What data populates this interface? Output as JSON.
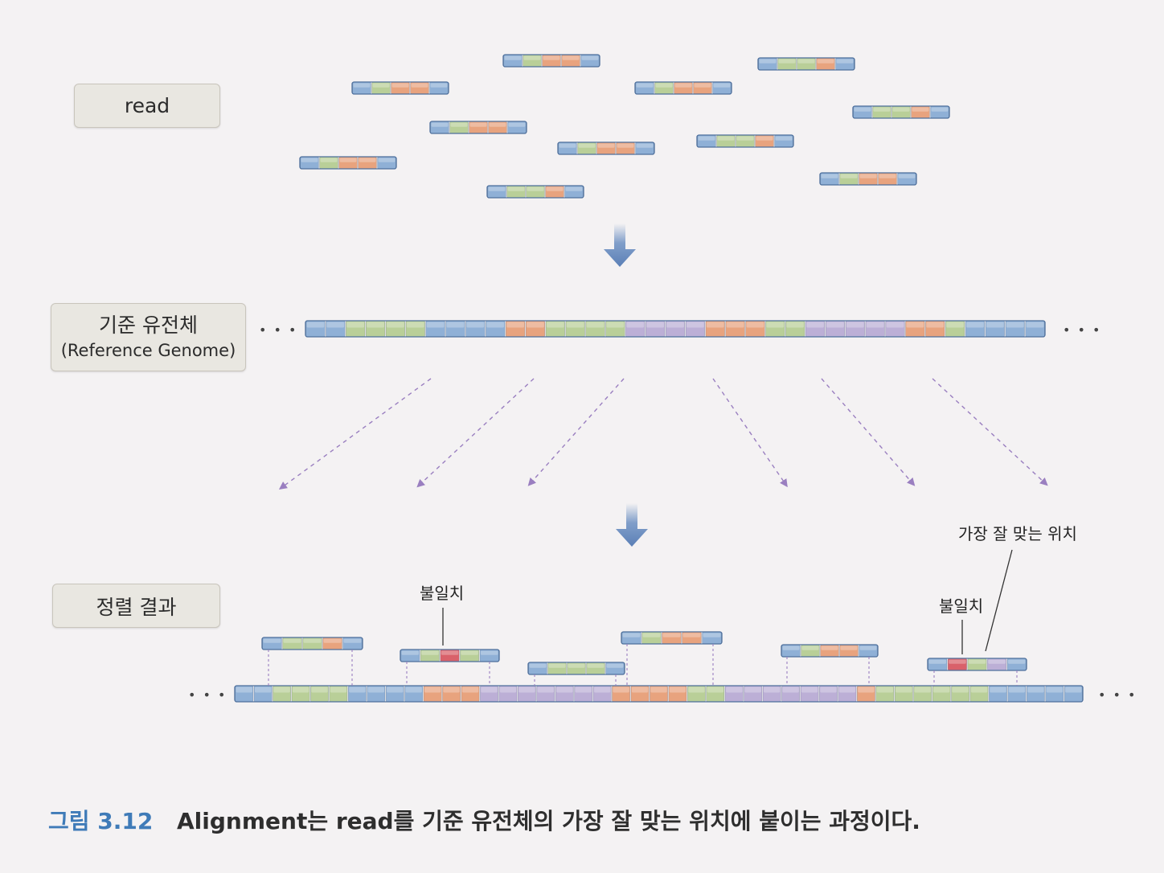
{
  "labels": {
    "read": "read",
    "reference_line1": "기준 유전체",
    "reference_line2": "(Reference Genome)",
    "result": "정렬 결과"
  },
  "annotations": {
    "mismatch_1": "불일치",
    "mismatch_2": "불일치",
    "best_match": "가장 잘 맞는 위치"
  },
  "ellipsis": "• • •",
  "caption": {
    "number": "그림 3.12",
    "text": "Alignment는 read를 기준 유전체의 가장 잘 맞는 위치에 붙이는 과정이다."
  },
  "colors": {
    "background": "#f4f2f3",
    "base_blue": "#8fb0d6",
    "base_green": "#b9cf98",
    "base_orange": "#e8a37e",
    "base_purple": "#bcafd6",
    "mismatch_red": "#d9616a",
    "segment_border": "#4d6f9c",
    "arrow": "#6c8fc2",
    "guide_dashed": "#9a7fc0",
    "caption_number": "#3f7bb8"
  }
}
